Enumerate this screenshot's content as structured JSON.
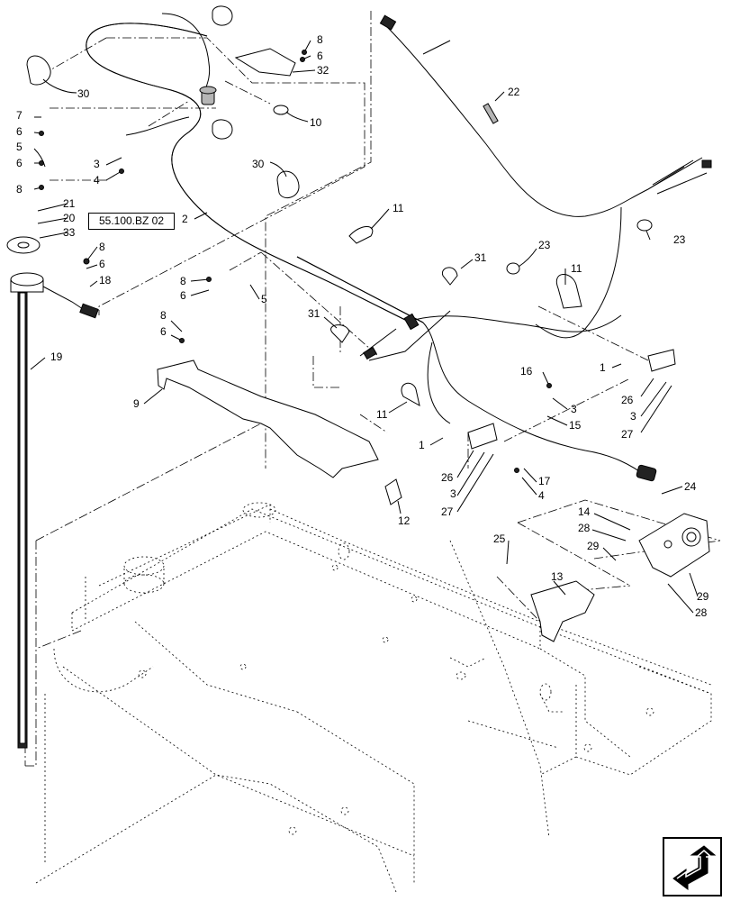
{
  "reference_box": "55.100.BZ 02",
  "callouts": [
    {
      "id": "c-8a",
      "text": "8"
    },
    {
      "id": "c-6a",
      "text": "6"
    },
    {
      "id": "c-32",
      "text": "32"
    },
    {
      "id": "c-10",
      "text": "10"
    },
    {
      "id": "c-30a",
      "text": "30"
    },
    {
      "id": "c-7",
      "text": "7"
    },
    {
      "id": "c-6b",
      "text": "6"
    },
    {
      "id": "c-5a",
      "text": "5"
    },
    {
      "id": "c-6c",
      "text": "6"
    },
    {
      "id": "c-8b",
      "text": "8"
    },
    {
      "id": "c-3a",
      "text": "3"
    },
    {
      "id": "c-4a",
      "text": "4"
    },
    {
      "id": "c-30b",
      "text": "30"
    },
    {
      "id": "c-21",
      "text": "21"
    },
    {
      "id": "c-20",
      "text": "20"
    },
    {
      "id": "c-33",
      "text": "33"
    },
    {
      "id": "c-2",
      "text": "2"
    },
    {
      "id": "c-22",
      "text": "22"
    },
    {
      "id": "c-11a",
      "text": "11"
    },
    {
      "id": "c-23a",
      "text": "23"
    },
    {
      "id": "c-8c",
      "text": "8"
    },
    {
      "id": "c-6d",
      "text": "6"
    },
    {
      "id": "c-18",
      "text": "18"
    },
    {
      "id": "c-8d",
      "text": "8"
    },
    {
      "id": "c-6e",
      "text": "6"
    },
    {
      "id": "c-5b",
      "text": "5"
    },
    {
      "id": "c-31a",
      "text": "31"
    },
    {
      "id": "c-23b",
      "text": "23"
    },
    {
      "id": "c-11b",
      "text": "11"
    },
    {
      "id": "c-19",
      "text": "19"
    },
    {
      "id": "c-8e",
      "text": "8"
    },
    {
      "id": "c-6f",
      "text": "6"
    },
    {
      "id": "c-31b",
      "text": "31"
    },
    {
      "id": "c-1a",
      "text": "1"
    },
    {
      "id": "c-26a",
      "text": "26"
    },
    {
      "id": "c-3b",
      "text": "3"
    },
    {
      "id": "c-27a",
      "text": "27"
    },
    {
      "id": "c-9",
      "text": "9"
    },
    {
      "id": "c-16",
      "text": "16"
    },
    {
      "id": "c-3c",
      "text": "3"
    },
    {
      "id": "c-11c",
      "text": "11"
    },
    {
      "id": "c-15",
      "text": "15"
    },
    {
      "id": "c-1b",
      "text": "1"
    },
    {
      "id": "c-17",
      "text": "17"
    },
    {
      "id": "c-26b",
      "text": "26"
    },
    {
      "id": "c-4b",
      "text": "4"
    },
    {
      "id": "c-3d",
      "text": "3"
    },
    {
      "id": "c-27b",
      "text": "27"
    },
    {
      "id": "c-24",
      "text": "24"
    },
    {
      "id": "c-12",
      "text": "12"
    },
    {
      "id": "c-14",
      "text": "14"
    },
    {
      "id": "c-28a",
      "text": "28"
    },
    {
      "id": "c-25",
      "text": "25"
    },
    {
      "id": "c-29a",
      "text": "29"
    },
    {
      "id": "c-13",
      "text": "13"
    },
    {
      "id": "c-29b",
      "text": "29"
    },
    {
      "id": "c-28b",
      "text": "28"
    }
  ],
  "icons": {
    "nav": "next-page-arrow-icon"
  }
}
